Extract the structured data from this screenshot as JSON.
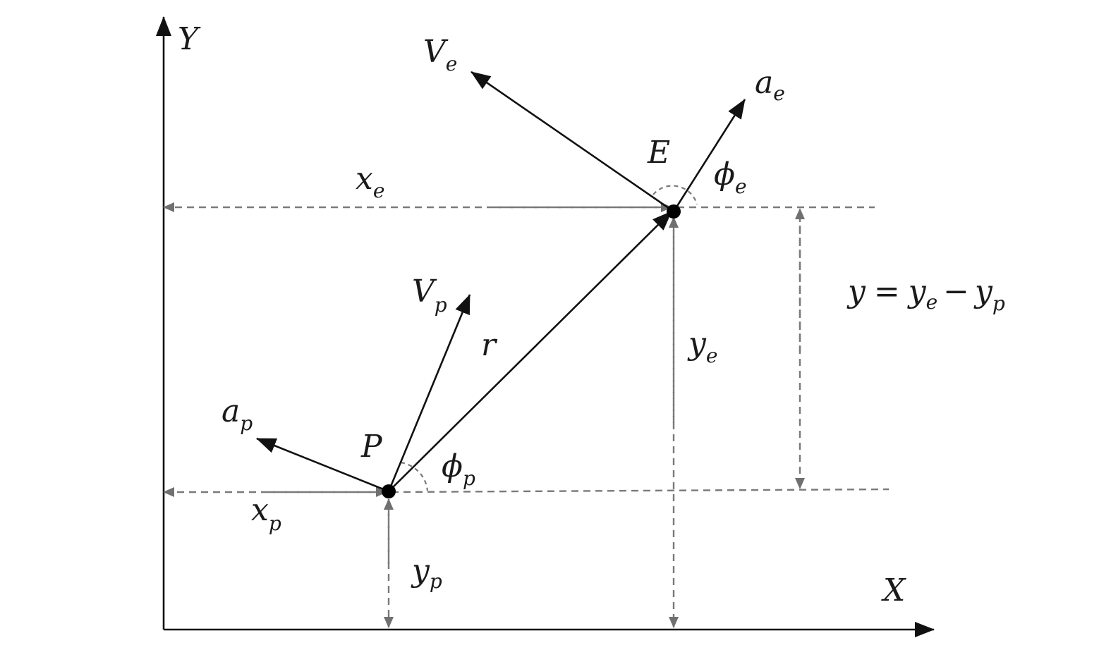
{
  "axes": {
    "x_label": "X",
    "y_label": "Y"
  },
  "points": {
    "pursuer": "P",
    "evader": "E"
  },
  "vectors": {
    "Vp": {
      "main": "V",
      "sub": "p"
    },
    "Ve": {
      "main": "V",
      "sub": "e"
    },
    "ap": {
      "main": "a",
      "sub": "p"
    },
    "ae": {
      "main": "a",
      "sub": "e"
    },
    "r": "r"
  },
  "angles": {
    "phi_p": {
      "main": "ϕ",
      "sub": "p"
    },
    "phi_e": {
      "main": "ϕ",
      "sub": "e"
    }
  },
  "dimensions": {
    "xe": {
      "main": "x",
      "sub": "e"
    },
    "xp": {
      "main": "x",
      "sub": "p"
    },
    "ye": {
      "main": "y",
      "sub": "e"
    },
    "yp": {
      "main": "y",
      "sub": "p"
    }
  },
  "equation": {
    "lhs": "y",
    "eq": "=",
    "t1_main": "y",
    "t1_sub": "e",
    "minus": "−",
    "t2_main": "y",
    "t2_sub": "p"
  }
}
